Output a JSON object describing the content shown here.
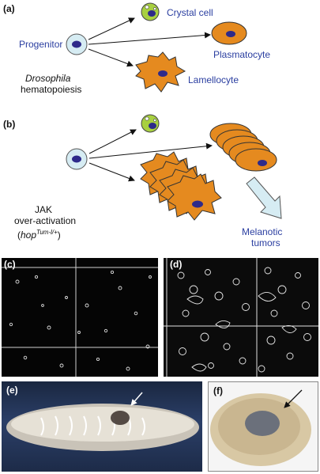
{
  "panels": {
    "a": "(a)",
    "b": "(b)",
    "c": "(c)",
    "d": "(d)",
    "e": "(e)",
    "f": "(f)"
  },
  "panel_a": {
    "progenitor": "Progenitor",
    "crystal_cell": "Crystal cell",
    "plasmatocyte": "Plasmatocyte",
    "lamellocyte": "Lamellocyte",
    "caption_line1": "Drosophila",
    "caption_line2": "hematopoiesis"
  },
  "panel_b": {
    "jak_line1": "JAK",
    "jak_line2": "over-activation",
    "jak_line3_prefix": "(",
    "jak_line3_gene": "hop",
    "jak_line3_sup": "Tum-l/+",
    "jak_line3_suffix": ")",
    "tumors_line1": "Melanotic",
    "tumors_line2": "tumors"
  },
  "colors": {
    "label_blue": "#2a3ea0",
    "cell_orange": "#e58a1f",
    "crystal_green": "#a8d040",
    "nucleus_blue": "#2e2a8a",
    "progenitor_fill": "#d6ecf3"
  }
}
